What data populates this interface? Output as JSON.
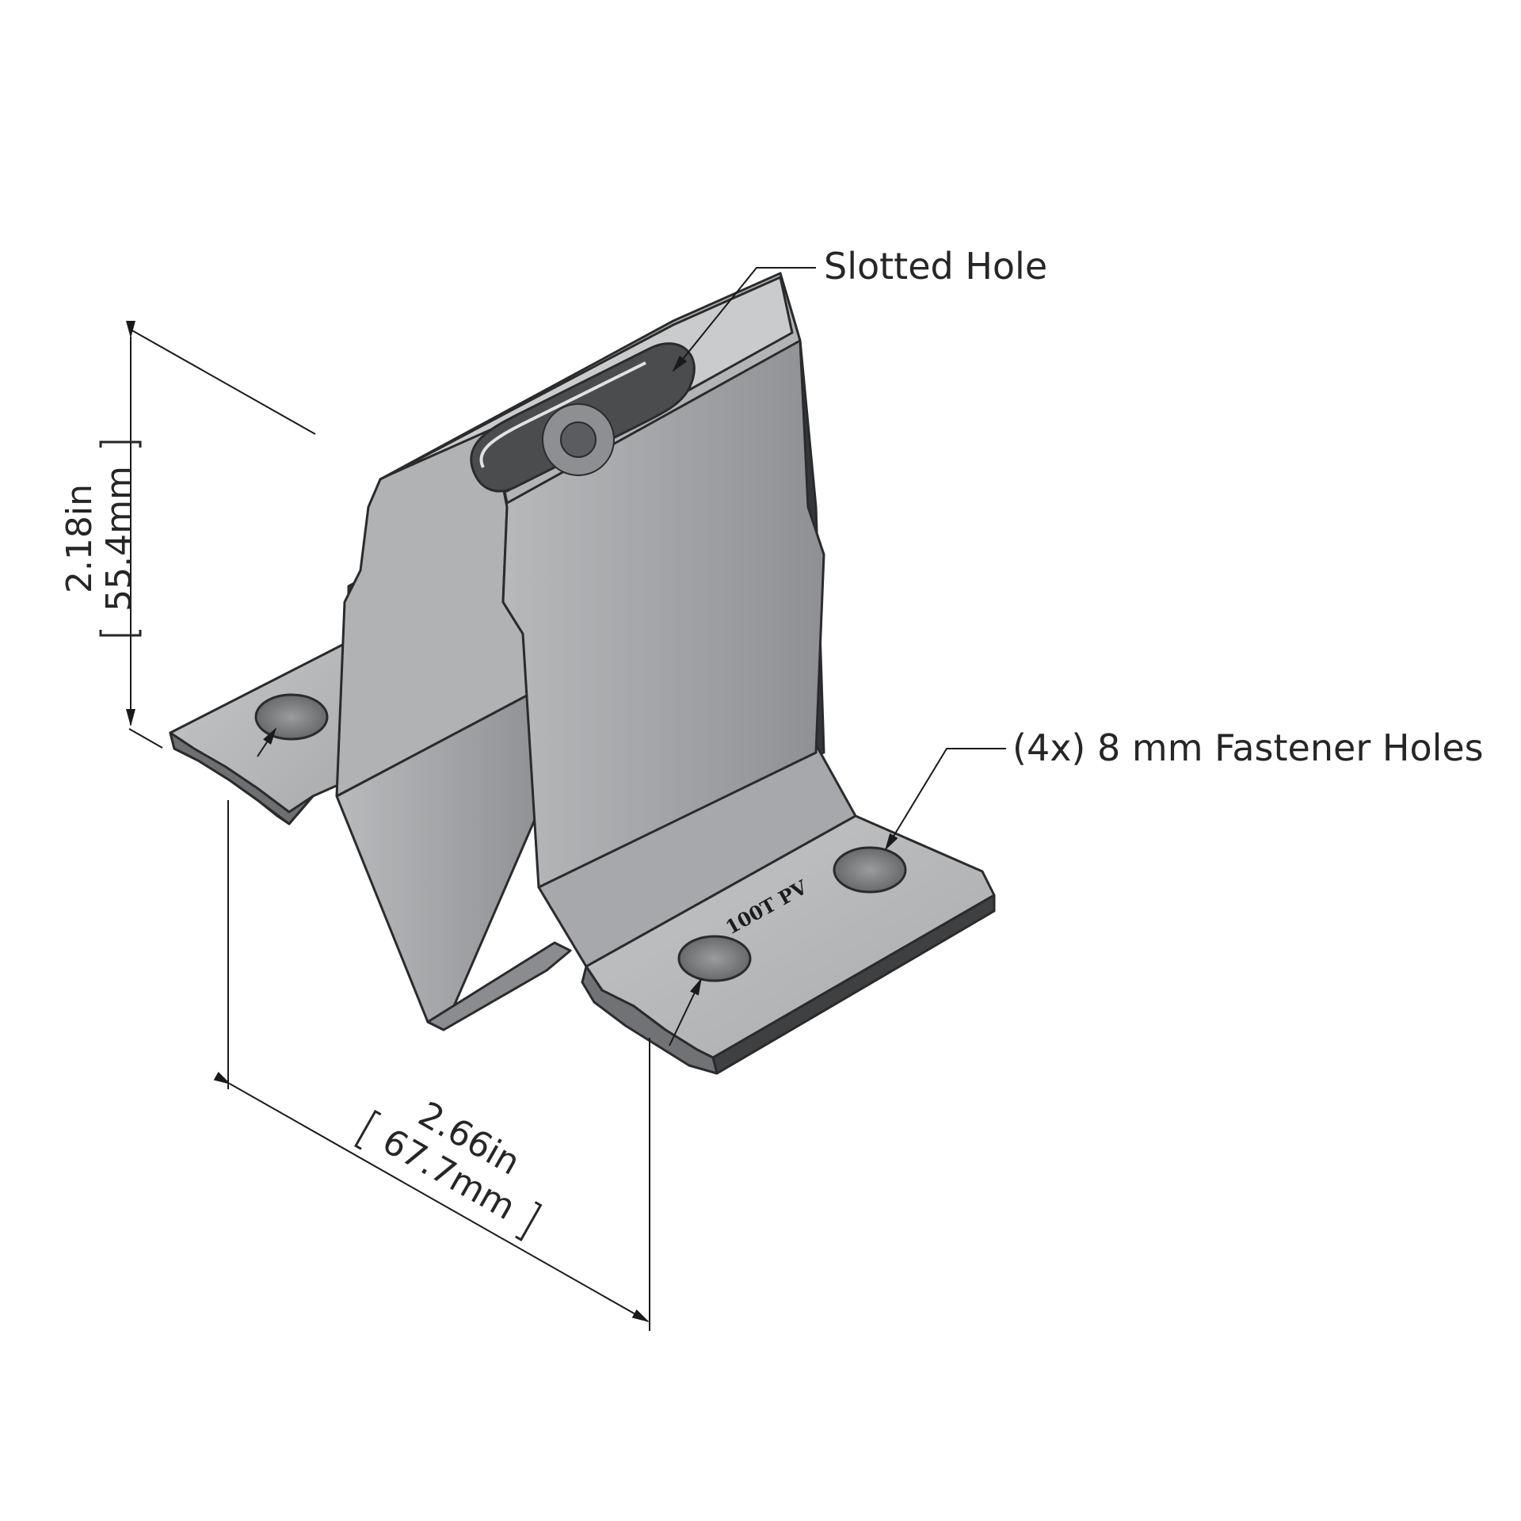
{
  "callouts": {
    "slotted_hole": "Slotted Hole",
    "fastener_holes": "(4x) 8 mm Fastener Holes"
  },
  "dimensions": {
    "height_in": "2.18in",
    "height_mm": "55.4mm",
    "width_in": "2.66in",
    "width_mm": "67.7mm"
  },
  "part_marking": "100T PV",
  "colors": {
    "metal_light": "#b4b6b8",
    "metal_mid": "#9a9c9f",
    "metal_dark": "#3d3f41",
    "edge": "#2a2b2d",
    "line": "#1a1a1a"
  }
}
